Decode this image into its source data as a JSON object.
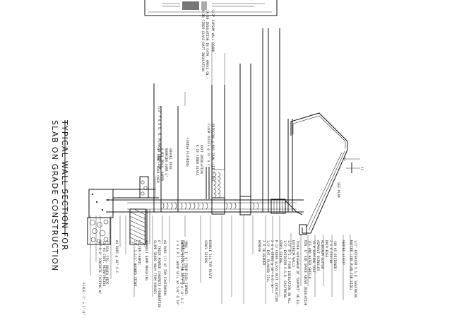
{
  "drawing": {
    "title_line1": "TYPICAL WALL SECTION FOR",
    "title_line2": "SLAB ON GRADE CONSTRUCTION",
    "scale": "SCALE: 1\" = 1'-0\"",
    "dimension": "12",
    "dimension_note": "SEE PLAN"
  },
  "labels_top": [
    "R-38 FIBER GLASS BATT INSULATION",
    "(R-30 INSULATION IN CATH. AREAS ON.)",
    "1/2\" GYPSUM WALL BOARD"
  ],
  "labels_mid": [
    "3/4\" T & G S. B. PLYWOOD SUBFLOOR",
    "FINISH FLOORING",
    "R-19 FIBER GLASS",
    "BATT INSULATION",
    "FLOOR JOISTS @ 16\" O.C.",
    "BRIDGING @ MID SPAN (SEE PLAN)",
    "4\" CONC. SLAB OVER",
    "6 MIL POLY. VAPOR",
    "BARRIER OVER 4\"",
    "GRAVEL BASE"
  ],
  "labels_right": [
    "RAFTER (SEE PLAN FOR SIZE)",
    "1/2\" EXTERIOR O.S.B. SHEATHING",
    "MIN. 6\" AIR SPACE ABOVE INSULATION",
    "ICE AND WATER SHIELD",
    "15 # ROOFING FELT",
    "ASPHALT SHINGLES",
    "ALUMINUM GUTTER",
    "DRIP EDGE",
    "2 X 6 FASCIA",
    "(OR AS DESIGNED)",
    "VENTED SOFFIT",
    "WINDOW",
    "2 X 10 HEADER",
    "1/2\" EXT. PLYWOOD SILL",
    "2 X 4 STUDS @ 16\" O.C. W/",
    "R-13 FIBER GLASS BATT INSULATION",
    "VINYL SIDING",
    "1/2\" EXTERIOR O.S.B. SHEATHING",
    "1/2\" R-3.5 FOAM INSULATION ON ALL",
    "EXTERIOR WALLS",
    "TYVEK HOUSEWRAP BY \"DUPONT\" OR EQ.",
    "DOUBLE 2X4 TOP PLATE",
    "VINYL SIDING",
    "FIBER GLASS SILL SEALER",
    "2 X 6 P.T. WOOD SILL W/ 5/8\" X 10\"",
    "ANCHOR BOLTS (OR EQ.) @ 6'-0\" O.C.",
    "(MAX. 1'-0\" FROM EACH CORNER)",
    "#4 BARS (2) AT TOP CONTINUOUS",
    "6\" THICK POURED CONCRETE FOUNDATION",
    "SLOPE GRADE AWAY FROM HOUSES",
    "ASPHALT DAMP PROOFING",
    "FILTER FABRIC",
    "1\" - 1 1/2\" WASHED STONE",
    "#4 BARS @ 48\" O.C.",
    "4\" DIA. FTG. DRAIN PIPE",
    "20\" X 8\" CONCRETE FOOTING W/",
    "(2) #4 CONT. REINFORCING"
  ]
}
